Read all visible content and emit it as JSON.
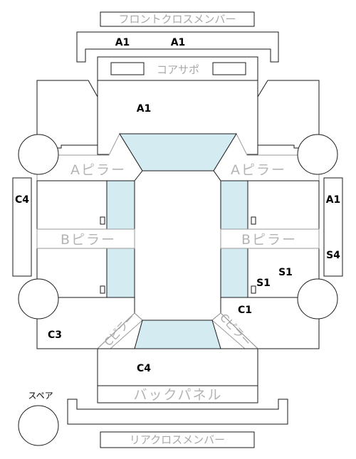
{
  "labels": {
    "front_cross_member": "フロントクロスメンバー",
    "core_support": "コアサポ",
    "a_pillar": "Aピラー",
    "b_pillar": "Bピラー",
    "c_pillar": "Cピラー",
    "back_panel": "バックパネル",
    "rear_cross_member": "リアクロスメンバー",
    "spare": "スペア"
  },
  "codes": {
    "front_left": "A1",
    "front_right": "A1",
    "hood": "A1",
    "left_side": "C4",
    "right_side": "A1",
    "right_rocker": "S4",
    "rear_right_upper": "S1",
    "rear_right_lower": "S1",
    "rear_right_fender": "C1",
    "rear_left_fender": "C3",
    "trunk": "C4"
  },
  "colors": {
    "glass": "#d4ebf2",
    "outline": "#1a1a1a",
    "gray_label": "#a8a8a8"
  }
}
